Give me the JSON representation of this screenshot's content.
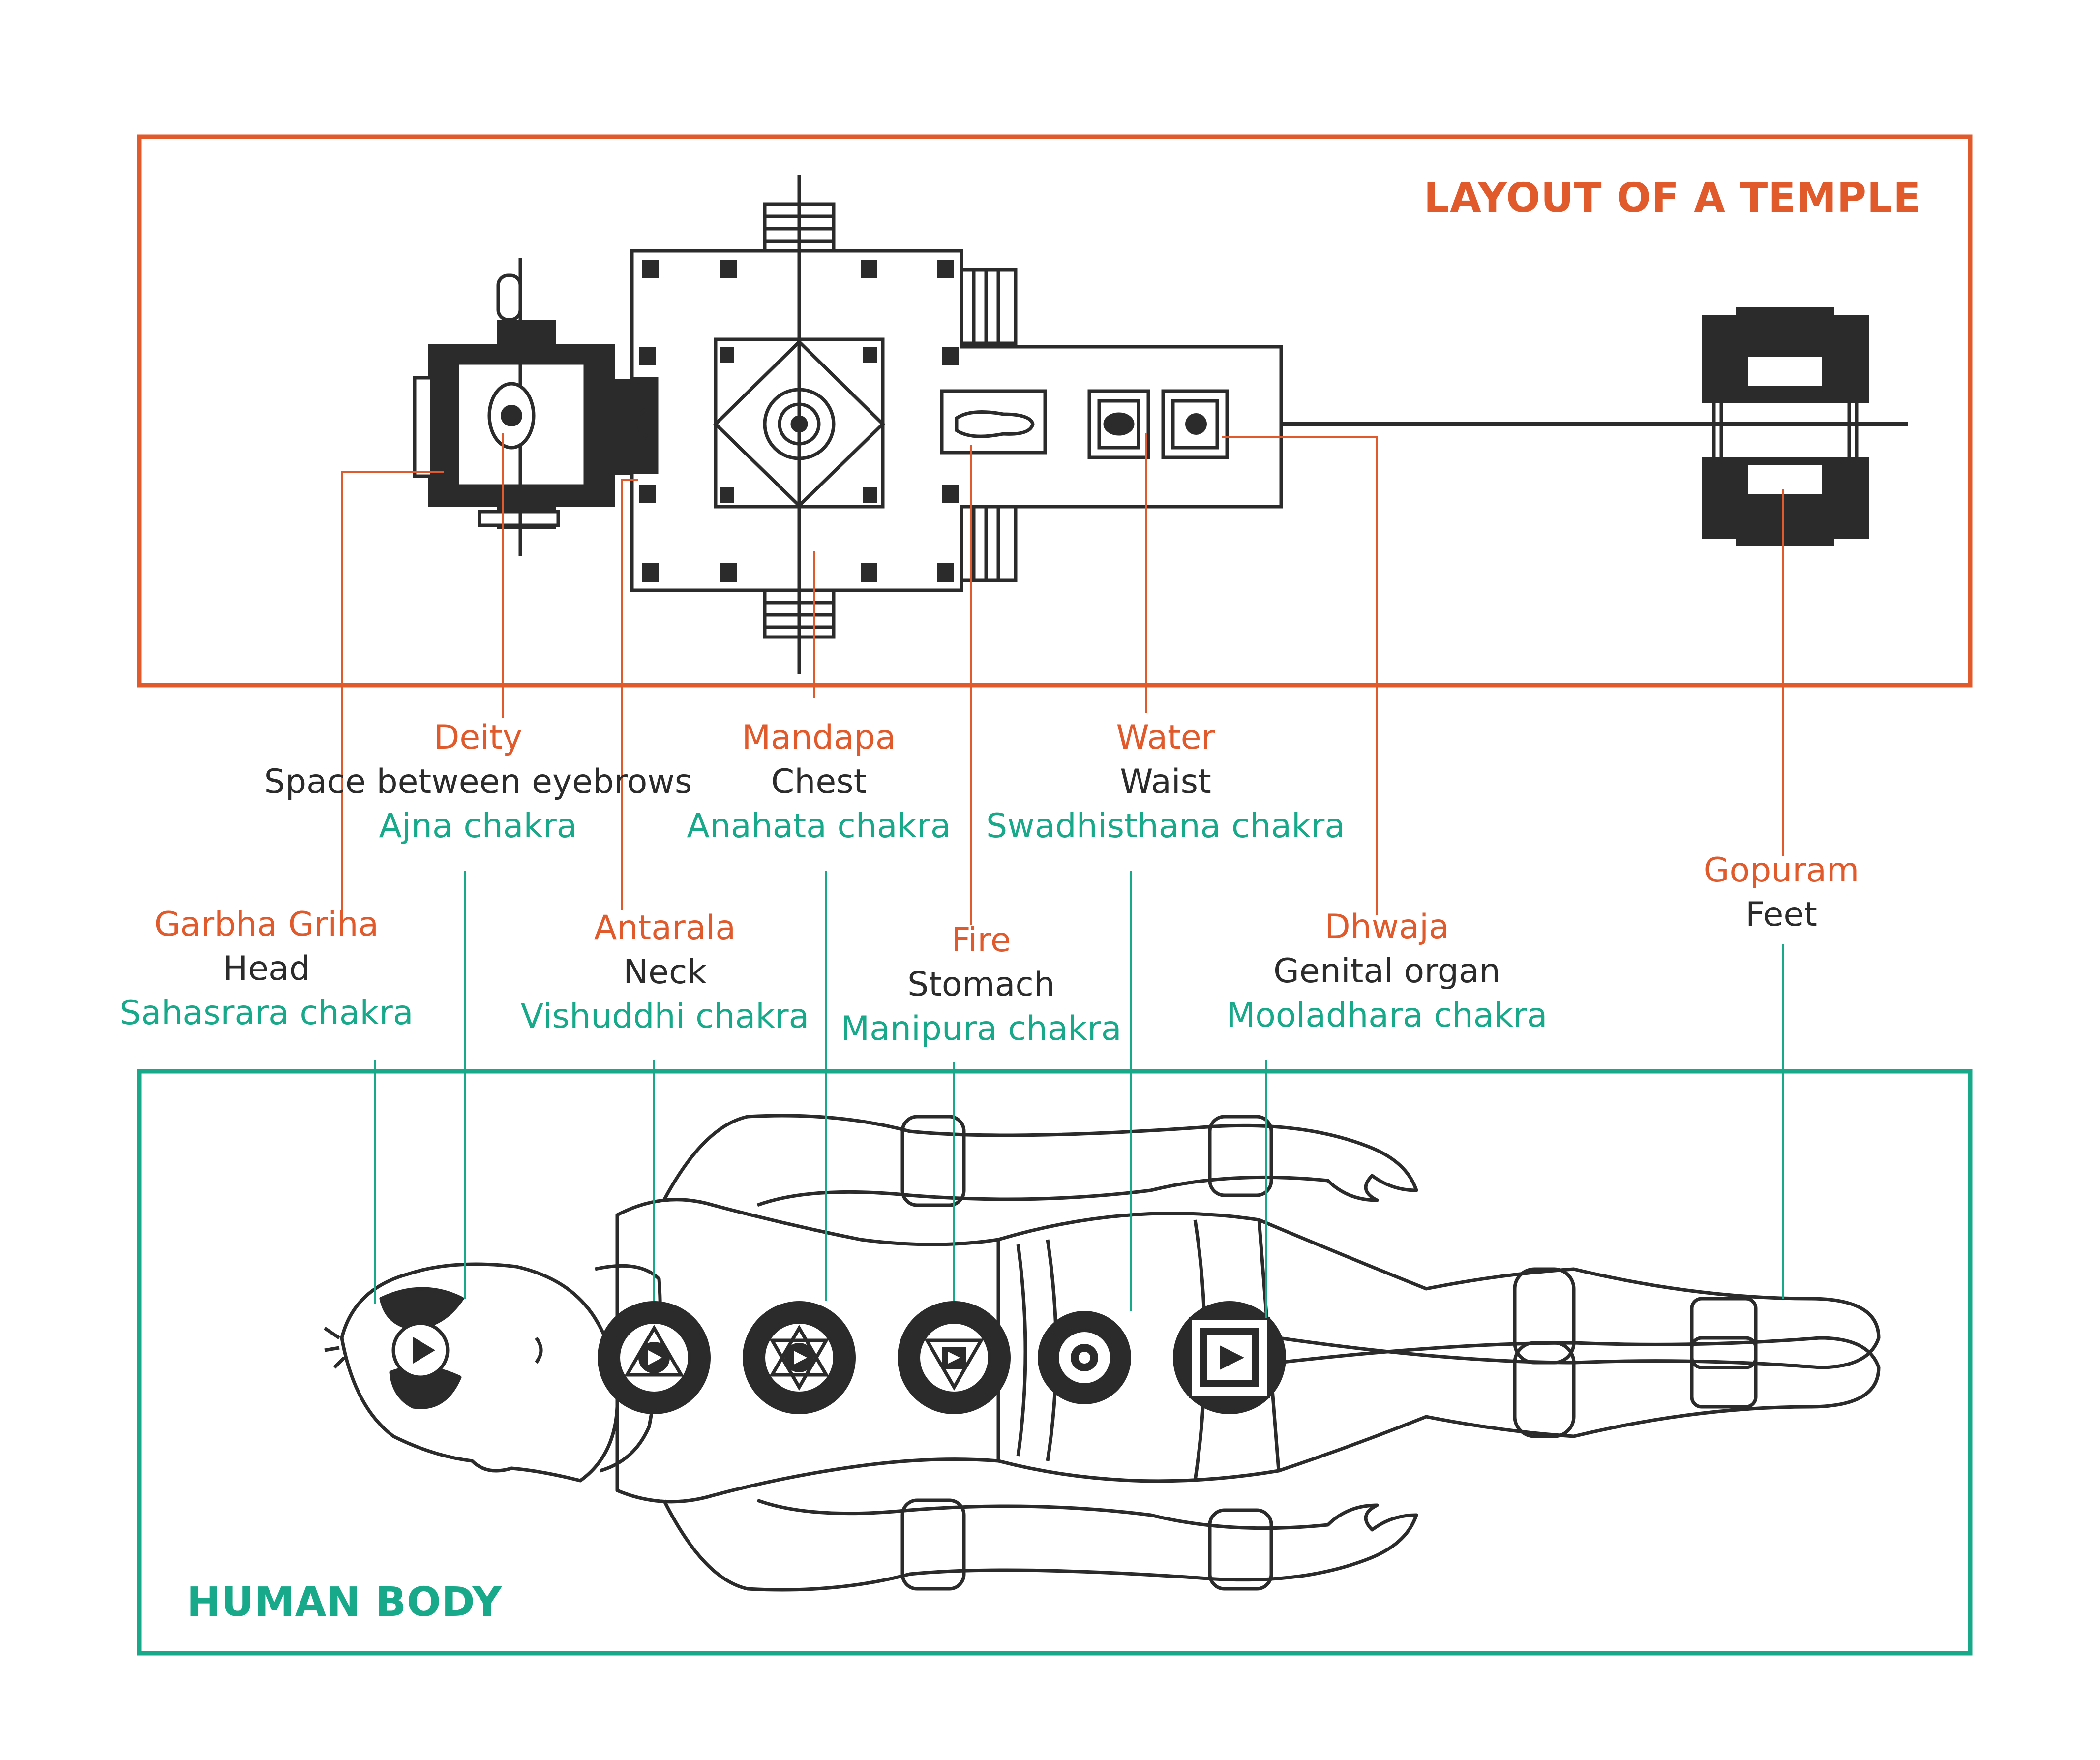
{
  "panels": {
    "temple_title": "LAYOUT OF A TEMPLE",
    "body_title": "HUMAN BODY"
  },
  "colors": {
    "temple_accent": "#E05A2B",
    "body_accent": "#17A98A",
    "ink": "#2b2b2b"
  },
  "mappings": [
    {
      "temple_part": "Garbha Griha",
      "body_part": "Head",
      "chakra": "Sahasrara chakra"
    },
    {
      "temple_part": "Deity",
      "body_part": "Space between eyebrows",
      "chakra": "Ajna chakra"
    },
    {
      "temple_part": "Antarala",
      "body_part": "Neck",
      "chakra": "Vishuddhi chakra"
    },
    {
      "temple_part": "Mandapa",
      "body_part": "Chest",
      "chakra": "Anahata chakra"
    },
    {
      "temple_part": "Fire",
      "body_part": "Stomach",
      "chakra": "Manipura chakra"
    },
    {
      "temple_part": "Water",
      "body_part": "Waist",
      "chakra": "Swadhisthana chakra"
    },
    {
      "temple_part": "Dhwaja",
      "body_part": "Genital organ",
      "chakra": "Mooladhara chakra"
    },
    {
      "temple_part": "Gopuram",
      "body_part": "Feet",
      "chakra": ""
    }
  ]
}
